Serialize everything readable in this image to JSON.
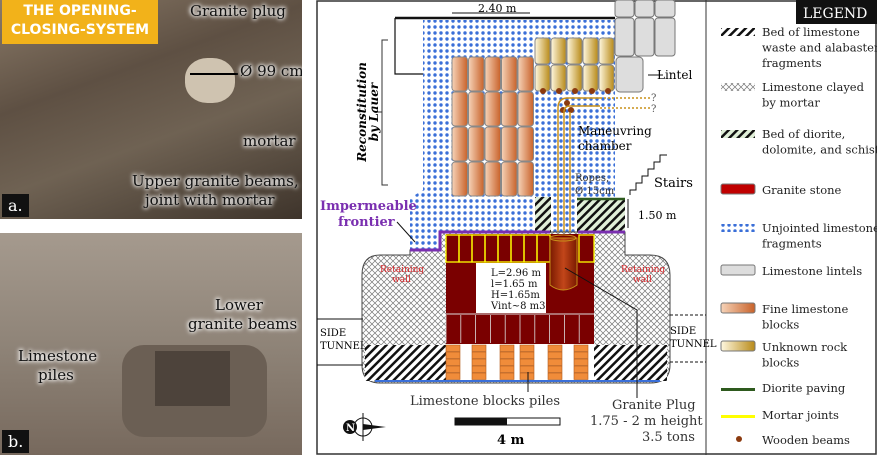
{
  "photo_a": {
    "title": "THE OPENING-\nCLOSING-SYSTEM",
    "title_line1": "THE OPENING-",
    "title_line2": "CLOSING-SYSTEM",
    "granite_plug": "Granite plug",
    "diameter": "Ø 99 cm",
    "mortar": "mortar",
    "upper_beams_1": "Upper granite beams,",
    "upper_beams_2": "joint with mortar",
    "corner_label": "a."
  },
  "photo_b": {
    "lower_beams_1": "Lower",
    "lower_beams_2": "granite beams",
    "piles_1": "Limestone",
    "piles_2": "piles",
    "corner_label": "b."
  },
  "diagram": {
    "width_label": "2.40 m",
    "reconstitution_1": "Reconstitution",
    "reconstitution_2": "by Lauer",
    "lintel": "Lintel",
    "question_mark": "?",
    "maneuvring_1": "Maneuvring",
    "maneuvring_2": "chamber",
    "ropes_1": "Ropes,",
    "ropes_2": "Ø 15cm",
    "stairs": "Stairs",
    "height_label": "1.50 m",
    "impermeable_1": "Impermeable",
    "impermeable_2": "frontier",
    "retaining_1": "Retaining",
    "retaining_2": "wall",
    "dim_L": "L=2.96 m",
    "dim_l": "l=1.65 m",
    "dim_H": "H=1.65m",
    "dim_V": "Vint~8 m3",
    "side_1": "SIDE",
    "side_2": "TUNNEL",
    "piles": "Limestone blocks piles",
    "plug_1": "Granite Plug",
    "plug_2": "1.75 - 2 m height",
    "plug_3": "3.5 tons",
    "scale": "4 m",
    "north": "N"
  },
  "legend": {
    "title": "LEGEND",
    "items": [
      {
        "l1": "Bed of limestone",
        "l2": "waste and alabaster",
        "l3": "fragments"
      },
      {
        "l1": "Limestone clayed",
        "l2": "by mortar"
      },
      {
        "l1": "Bed of diorite,",
        "l2": "dolomite, and schist"
      },
      {
        "l1": "Granite stone"
      },
      {
        "l1": "Unjointed limestone",
        "l2": "fragments"
      },
      {
        "l1": "Limestone lintels"
      },
      {
        "l1": "Fine limestone",
        "l2": "blocks"
      },
      {
        "l1": "Unknown rock",
        "l2": "blocks"
      },
      {
        "l1": "Diorite paving"
      },
      {
        "l1": "Mortar joints"
      },
      {
        "l1": "Wooden beams"
      }
    ]
  },
  "colors": {
    "granite": "#7a0000",
    "mortar": "#ffff00",
    "diorite": "#2e5a1e",
    "purple": "#7a2fb0",
    "wood": "#8b3a0f",
    "badge": "#f2b21a"
  }
}
